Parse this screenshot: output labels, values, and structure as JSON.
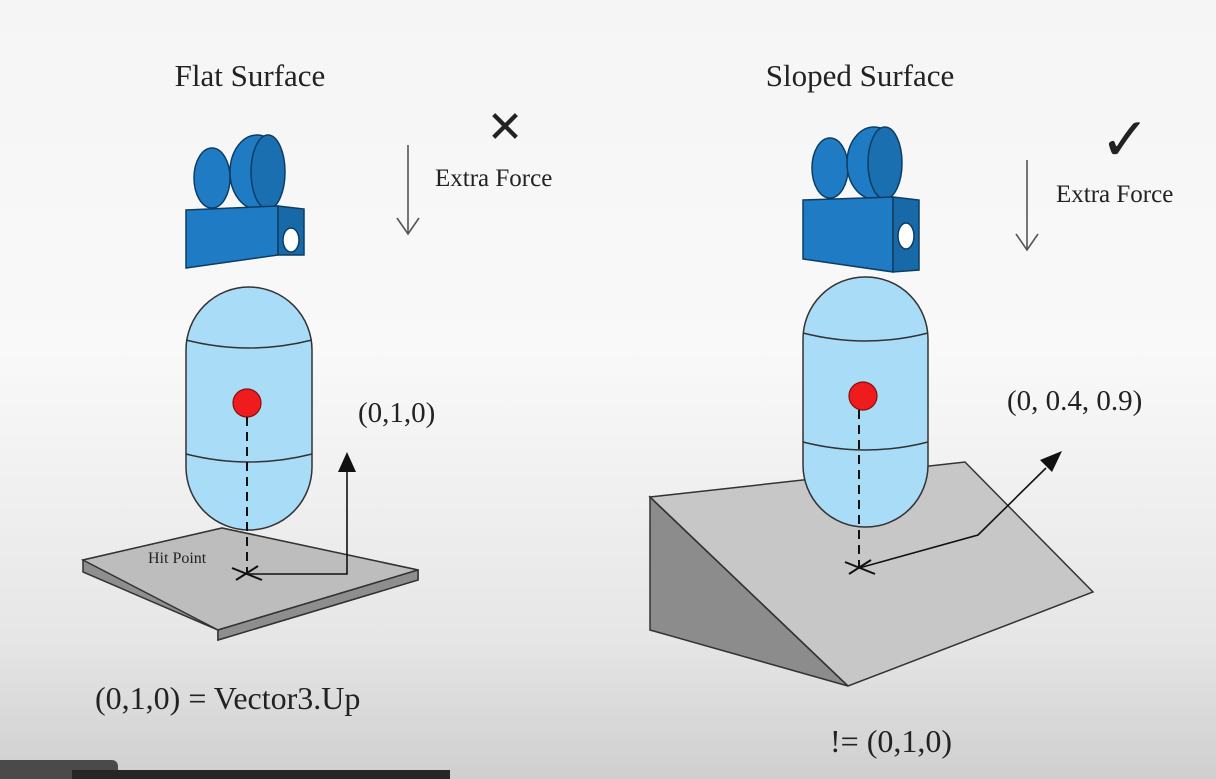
{
  "left_panel": {
    "title": "Flat Surface",
    "mark": "✕",
    "force_label": "Extra Force",
    "normal_label": "(0,1,0)",
    "hit_label": "Hit Point",
    "caption": "(0,1,0) = Vector3.Up"
  },
  "right_panel": {
    "title": "Sloped Surface",
    "mark": "✓",
    "force_label": "Extra Force",
    "normal_label": "(0, 0.4, 0.9)",
    "caption": "!= (0,1,0)"
  },
  "colors": {
    "camera_blue": "#1e7bc4",
    "capsule_fill": "#a8dcf7",
    "ground_grey": "#b9b9b9",
    "center_red": "#ee1c1c"
  }
}
